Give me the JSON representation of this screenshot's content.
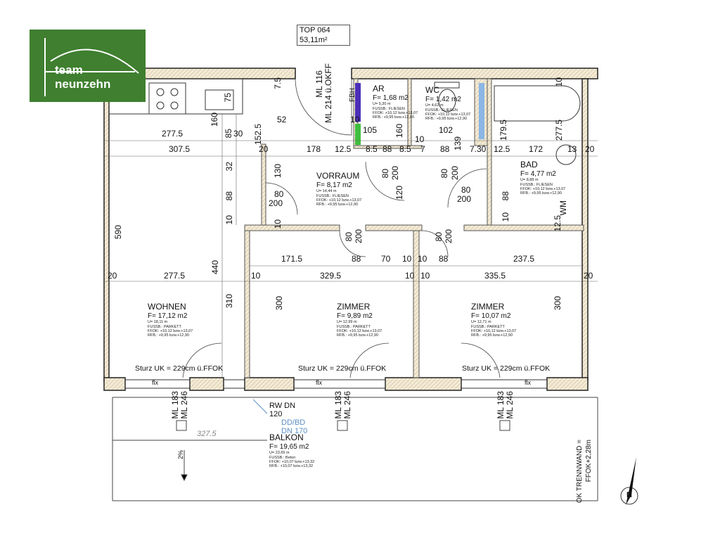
{
  "logo": {
    "line1": "team",
    "line2": "neunzehn",
    "color": "#3f7f2f"
  },
  "unit": {
    "name": "TOP 064",
    "area": "53,11m²"
  },
  "rooms": {
    "ar": {
      "name": "AR",
      "area": "F=  1,68 m2",
      "perimeter": "U=  5,30 m",
      "floor": "FUSSB.: FLIESEN",
      "ffok": "FFOK:  +10,12 bzw.+13,07",
      "rfb": "RFB.:  +9,95 bzw.+12,90"
    },
    "wc": {
      "name": "WC",
      "area": "F=  1,42 m2",
      "perimeter": "U=  4,62 m",
      "floor": "FUSSB.: FLIESEN",
      "ffok": "FFOK:  +10,12 bzw.+13,07",
      "rfb": "RFB.:  +9,95 bzw.+12,90"
    },
    "bad": {
      "name": "BAD",
      "area": "F=  4,77 m2",
      "perimeter": "U=  8,88 m",
      "floor": "FUSSB.: FLIESEN",
      "ffok": "FFOK:  +10,12 bzw.+13,07",
      "rfb": "RFB.:  +9,95 bzw.+12,90"
    },
    "vorraum": {
      "name": "VORRAUM",
      "area": "F=  8,17 m2",
      "perimeter": "U=  14,44 m",
      "floor": "FUSSB.: FLIESEN",
      "ffok": "FFOK:  +10,12 bzw.+13,07",
      "rfb": "RFB.:  +9,95 bzw.+12,90"
    },
    "wohnen": {
      "name": "WOHNEN",
      "area": "F=  17,12 m2",
      "perimeter": "U=  18,11 m",
      "floor": "FUSSB.: PARKETT",
      "ffok": "FFOK:  +10,12 bzw.+13,07",
      "rfb": "RFB.:  +9,95 bzw.+12,90"
    },
    "zimmer1": {
      "name": "ZIMMER",
      "area": "F=  9,89 m2",
      "perimeter": "U=  12,99 m",
      "floor": "FUSSB.: PARKETT",
      "ffok": "FFOK:  +10,12 bzw.+13,07",
      "rfb": "RFB.:  +9,95 bzw.+12,90"
    },
    "zimmer2": {
      "name": "ZIMMER",
      "area": "F=  10,07 m2",
      "perimeter": "U=  12,71 m",
      "floor": "FUSSB.: PARKETT",
      "ffok": "FFOK:  +10,12 bzw.+13,07",
      "rfb": "RFB.:  +9,95 bzw.+12,90"
    },
    "balkon": {
      "name": "BALKON",
      "area": "F=  19,65 m2",
      "perimeter": "U=  23,65 m",
      "floor": "FUSSB.: Beton",
      "ffok": "FFOK:  +10,07 bzw.+13,32",
      "rfb": "RFB.:  +10,07 bzw.+13,32"
    }
  },
  "lintel": "Sturz UK = 229cm ü.FFOK",
  "window_label": "flx",
  "sill": {
    "ml1": "ML 183",
    "ml2": "ML 246"
  },
  "entry_door": {
    "ml1": "ML 116",
    "ml2": "ML 214 ü.OKFF"
  },
  "fbh": "FBH",
  "wm": "WM",
  "drain": {
    "rw": "RW DN",
    "rw_size": "120",
    "dd": "DD/BD",
    "dd_size": "DN 170"
  },
  "balcony_dim": "327.5",
  "slope": "2%",
  "partition_note": {
    "line1": "OK TRENNWAND =",
    "line2": "FFOK+2,28m"
  },
  "north": "N",
  "dims": [
    "277.5",
    "85",
    "30",
    "307.5",
    "20",
    "178",
    "12.5",
    "8.5",
    "88",
    "8.5",
    "7",
    "88",
    "7.30",
    "12.5",
    "172",
    "13",
    "20",
    "52",
    "152.5",
    "160",
    "75",
    "7.5",
    "105",
    "160",
    "102",
    "10",
    "139",
    "179.5",
    "277.5",
    "10",
    "10",
    "32",
    "88",
    "10",
    "130",
    "80",
    "200",
    "80",
    "200",
    "120",
    "80",
    "200",
    "80",
    "200",
    "88",
    "10",
    "12.5",
    "590",
    "171.5",
    "88",
    "70",
    "10",
    "10",
    "88",
    "237.5",
    "80",
    "200",
    "80",
    "200",
    "10",
    "20",
    "277.5",
    "440",
    "10",
    "329.5",
    "10",
    "10",
    "335.5",
    "20",
    "310",
    "300",
    "300"
  ],
  "colors": {
    "wall_fill": "#f3ead6",
    "wall_line": "#222222",
    "drain_blue": "#5b8fc7"
  }
}
